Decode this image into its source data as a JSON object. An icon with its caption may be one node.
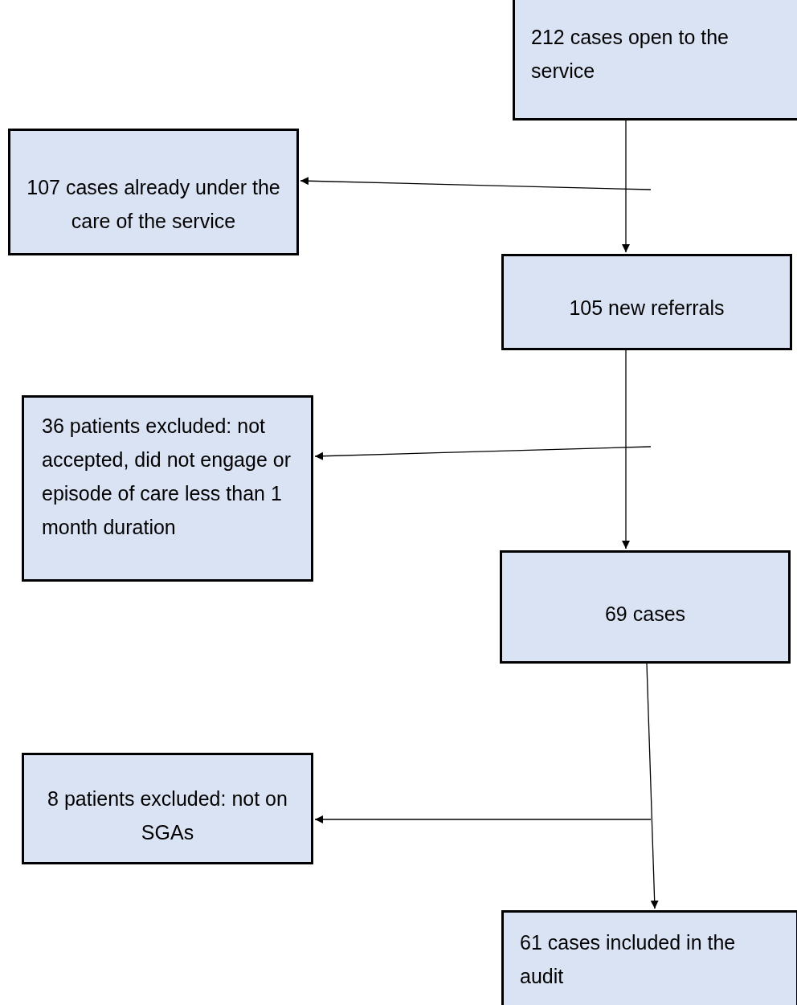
{
  "diagram": {
    "nodes": [
      {
        "text": [
          "212 cases open to the service"
        ]
      },
      {
        "text": [
          "107 cases already under the care of the service"
        ]
      },
      {
        "text": [
          "105 new referrals"
        ]
      },
      {
        "text": [
          "36 patients excluded: not accepted, did not engage or episode of care less than 1 month duration"
        ]
      },
      {
        "text": [
          "69 cases"
        ]
      },
      {
        "text": [
          "8 patients excluded: not on SGAs"
        ]
      },
      {
        "text": [
          "61 cases included in the audit"
        ]
      }
    ],
    "edges": [
      {
        "from": 0,
        "to": 2,
        "arrow": "to"
      },
      {
        "from": null,
        "to": 1,
        "arrow": "to"
      },
      {
        "from": 2,
        "to": 4,
        "arrow": "to"
      },
      {
        "from": null,
        "to": 3,
        "arrow": "to"
      },
      {
        "from": 4,
        "to": 6,
        "arrow": "to"
      },
      {
        "from": null,
        "to": 5,
        "arrow": "to"
      }
    ]
  }
}
